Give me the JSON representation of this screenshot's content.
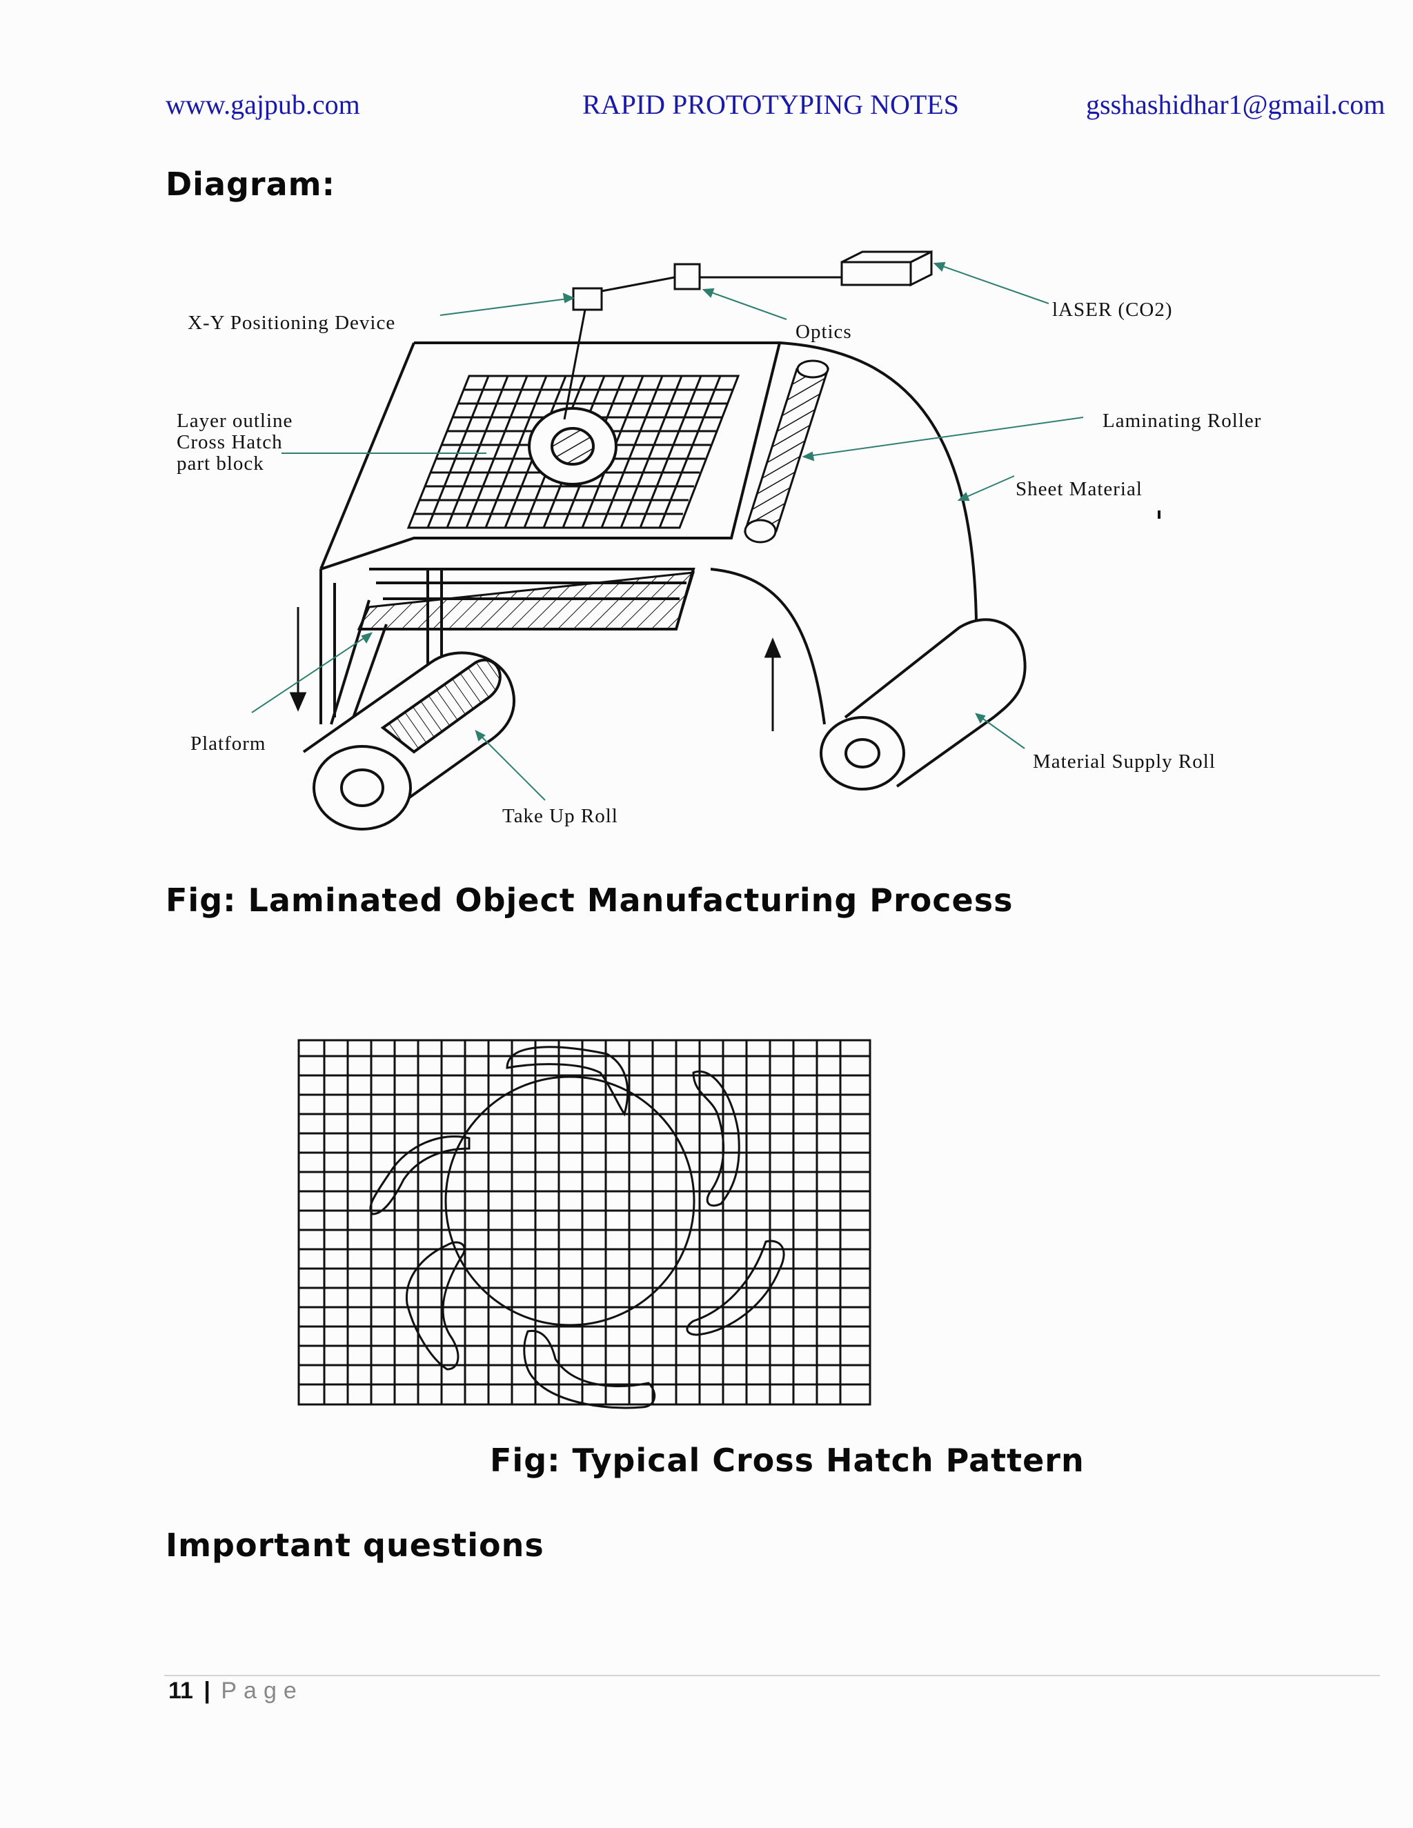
{
  "header": {
    "left": "www.gajpub.com",
    "center": "RAPID PROTOTYPING NOTES",
    "right": "gsshashidhar1@gmail.com"
  },
  "section_heading": "Diagram:",
  "figure1": {
    "labels": {
      "xy": "X-Y Positioning Device",
      "optics": "Optics",
      "laser": "lASER (CO2)",
      "layer1": "Layer outline",
      "layer2": "Cross Hatch",
      "layer3": "part block",
      "lam_roller": "Laminating Roller",
      "sheet": "Sheet Material",
      "platform": "Platform",
      "takeup": "Take Up Roll",
      "supply": "Material Supply Roll"
    },
    "caption": "Fig: Laminated Object Manufacturing Process"
  },
  "figure2": {
    "caption": "Fig: Typical Cross Hatch Pattern"
  },
  "questions_heading": "Important questions",
  "footer": {
    "page_number": "11",
    "separator": "|",
    "page_word": "Page"
  },
  "colors": {
    "header_text": "#1a1aa8",
    "leader_lines": "#2f7f6f"
  }
}
